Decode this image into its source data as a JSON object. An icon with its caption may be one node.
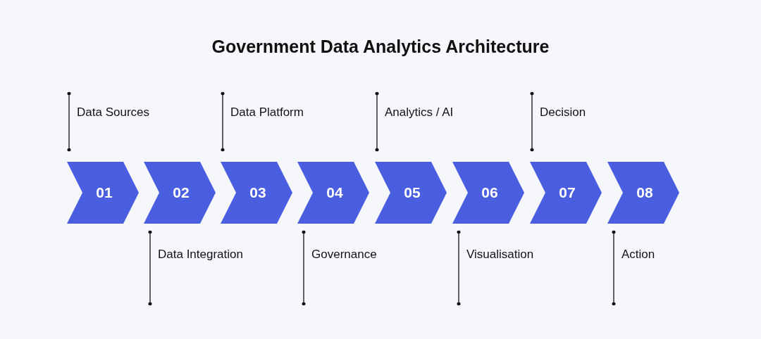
{
  "diagram": {
    "title": "Government Data Analytics Architecture",
    "nodes": [
      {
        "text": [
          "01"
        ],
        "beside": [
          "Data Sources"
        ]
      },
      {
        "text": [
          "02"
        ],
        "beside": [
          "Data Integration"
        ]
      },
      {
        "text": [
          "03"
        ],
        "beside": [
          "Data Platform"
        ]
      },
      {
        "text": [
          "04"
        ],
        "beside": [
          "Governance"
        ]
      },
      {
        "text": [
          "05"
        ],
        "beside": [
          "Analytics / AI"
        ]
      },
      {
        "text": [
          "06"
        ],
        "beside": [
          "Visualisation"
        ]
      },
      {
        "text": [
          "07"
        ],
        "beside": [
          "Decision"
        ]
      },
      {
        "text": [
          "08"
        ],
        "beside": [
          "Action"
        ]
      }
    ]
  }
}
